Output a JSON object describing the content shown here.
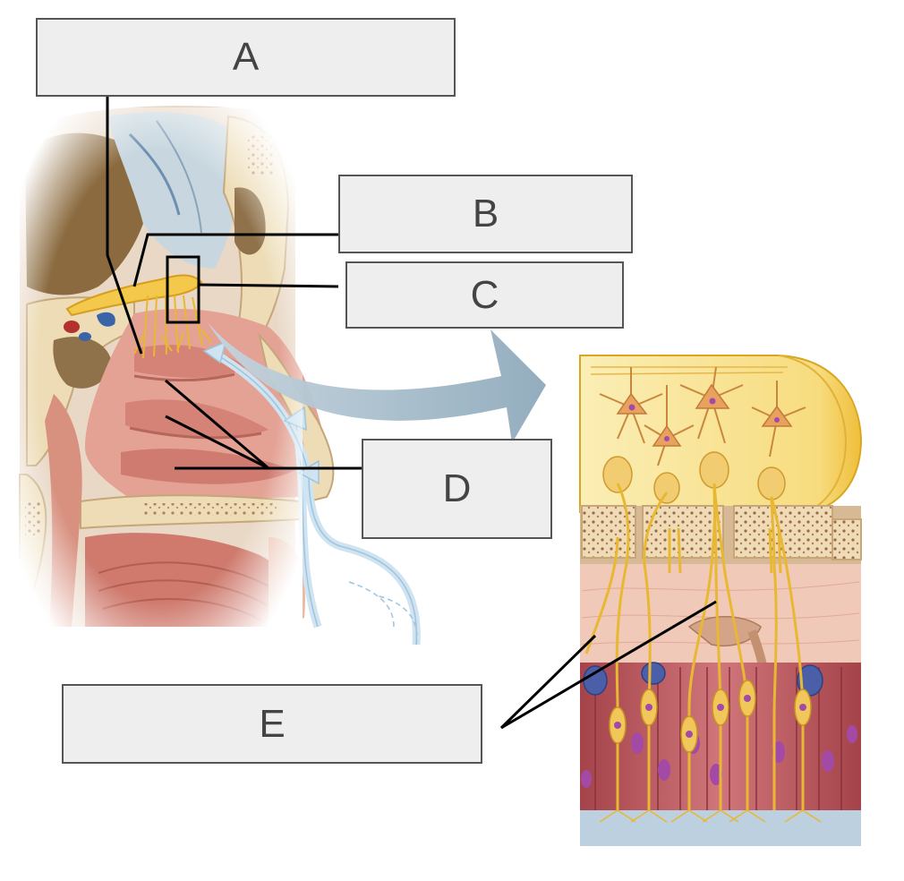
{
  "labels": {
    "a": "A",
    "b": "B",
    "c": "C",
    "d": "D",
    "e": "E"
  },
  "colors": {
    "label_fill": "#eeeeee",
    "label_border": "#555555",
    "leader_line": "#000000",
    "bone": "#eee0bd",
    "mucosa": "#d98a7e",
    "olfactory_bulb": "#f6cd4c",
    "nerve_fibers": "#e9b832",
    "airflow": "#cfe3f0",
    "big_arrow": "#9fb6c6",
    "neuron_body": "#e9a15f",
    "nucleus": "#a34aa6",
    "epithelium": "#c55e5a"
  },
  "icons": [
    "nasal-cavity-illustration",
    "olfactory-epithelium-illustration",
    "zoom-arrow-icon"
  ]
}
